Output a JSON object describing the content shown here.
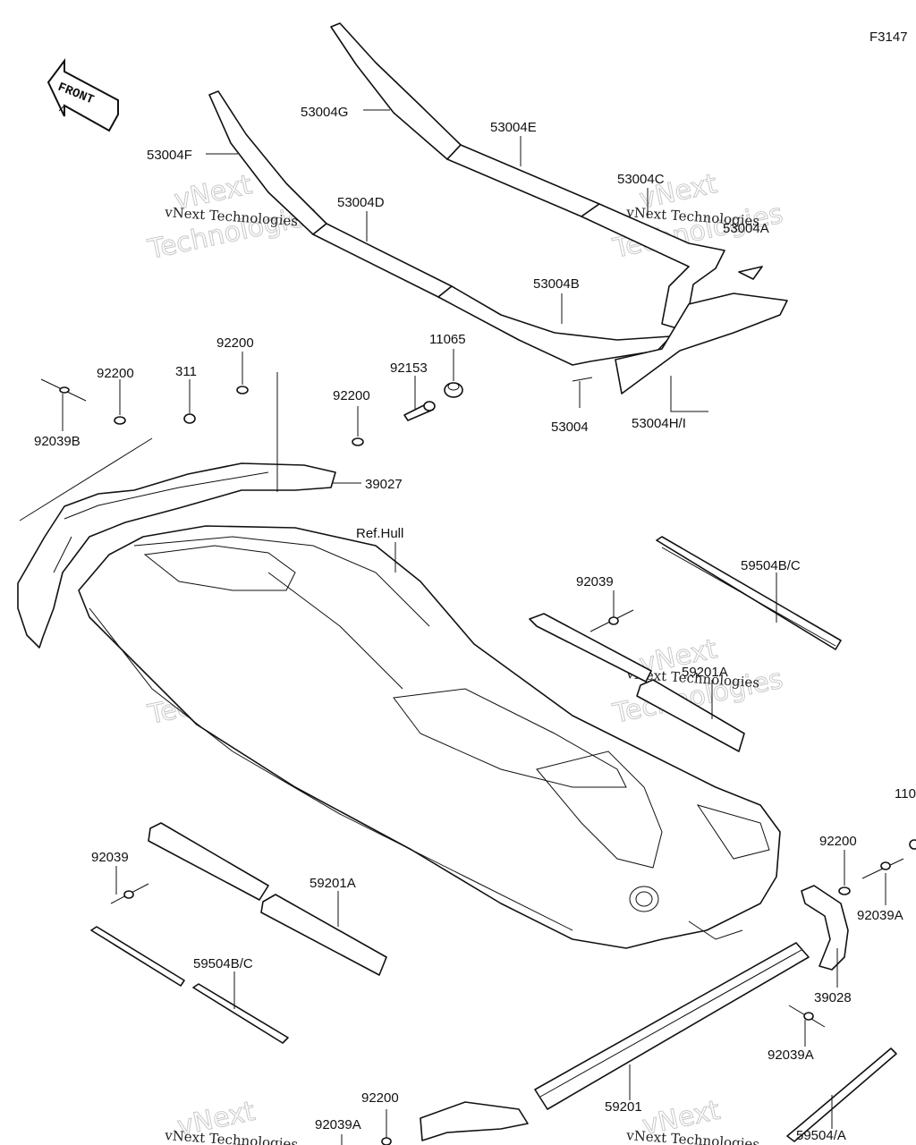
{
  "figure_code": "F3147",
  "front_label": "FRONT",
  "watermark": {
    "brand_top": "vNext",
    "brand_small": "vNext Technologies",
    "brand_big": "Technologies"
  },
  "parts": {
    "p53004G": "53004G",
    "p53004F": "53004F",
    "p53004E": "53004E",
    "p53004D": "53004D",
    "p53004C": "53004C",
    "p53004A": "53004A",
    "p53004B": "53004B",
    "p53004": "53004",
    "p53004HI": "53004H/I",
    "p11065": "11065",
    "p11065_edge": "110",
    "p92153": "92153",
    "p92200_a": "92200",
    "p92200_b": "92200",
    "p92200_c": "92200",
    "p92200_d": "92200",
    "p92200_e": "92200",
    "p311": "311",
    "p92039B": "92039B",
    "p39027": "39027",
    "ref_hull": "Ref.Hull",
    "p92039_a": "92039",
    "p92039_b": "92039",
    "p59504BC_a": "59504B/C",
    "p59504BC_b": "59504B/C",
    "p59201A_a": "59201A",
    "p59201A_b": "59201A",
    "p92039A_a": "92039A",
    "p92039A_b": "92039A",
    "p92039A_c": "92039A",
    "p39028": "39028",
    "p59201": "59201",
    "p595040A": "59504/A"
  }
}
